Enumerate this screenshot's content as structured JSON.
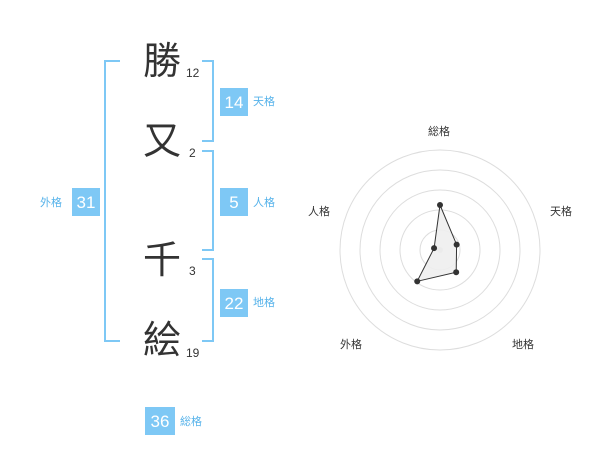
{
  "characters": [
    {
      "kanji": "勝",
      "strokes": "12"
    },
    {
      "kanji": "又",
      "strokes": "2"
    },
    {
      "kanji": "千",
      "strokes": "3"
    },
    {
      "kanji": "絵",
      "strokes": "19"
    }
  ],
  "fortunes": {
    "tenkaku": {
      "value": "14",
      "label": "天格"
    },
    "jinkaku": {
      "value": "5",
      "label": "人格"
    },
    "chikaku": {
      "value": "22",
      "label": "地格"
    },
    "gaikaku": {
      "value": "31",
      "label": "外格"
    },
    "soukaku": {
      "value": "36",
      "label": "総格"
    }
  },
  "colors": {
    "accent": "#7ec8f5",
    "accent_text": "#55b2ea",
    "polygon_fill": "#eeeeee",
    "polygon_stroke": "#333333"
  },
  "chart_data": {
    "type": "radar",
    "axes": [
      "総格",
      "天格",
      "地格",
      "外格",
      "人格"
    ],
    "values": [
      36,
      14,
      22,
      31,
      5
    ]
  }
}
